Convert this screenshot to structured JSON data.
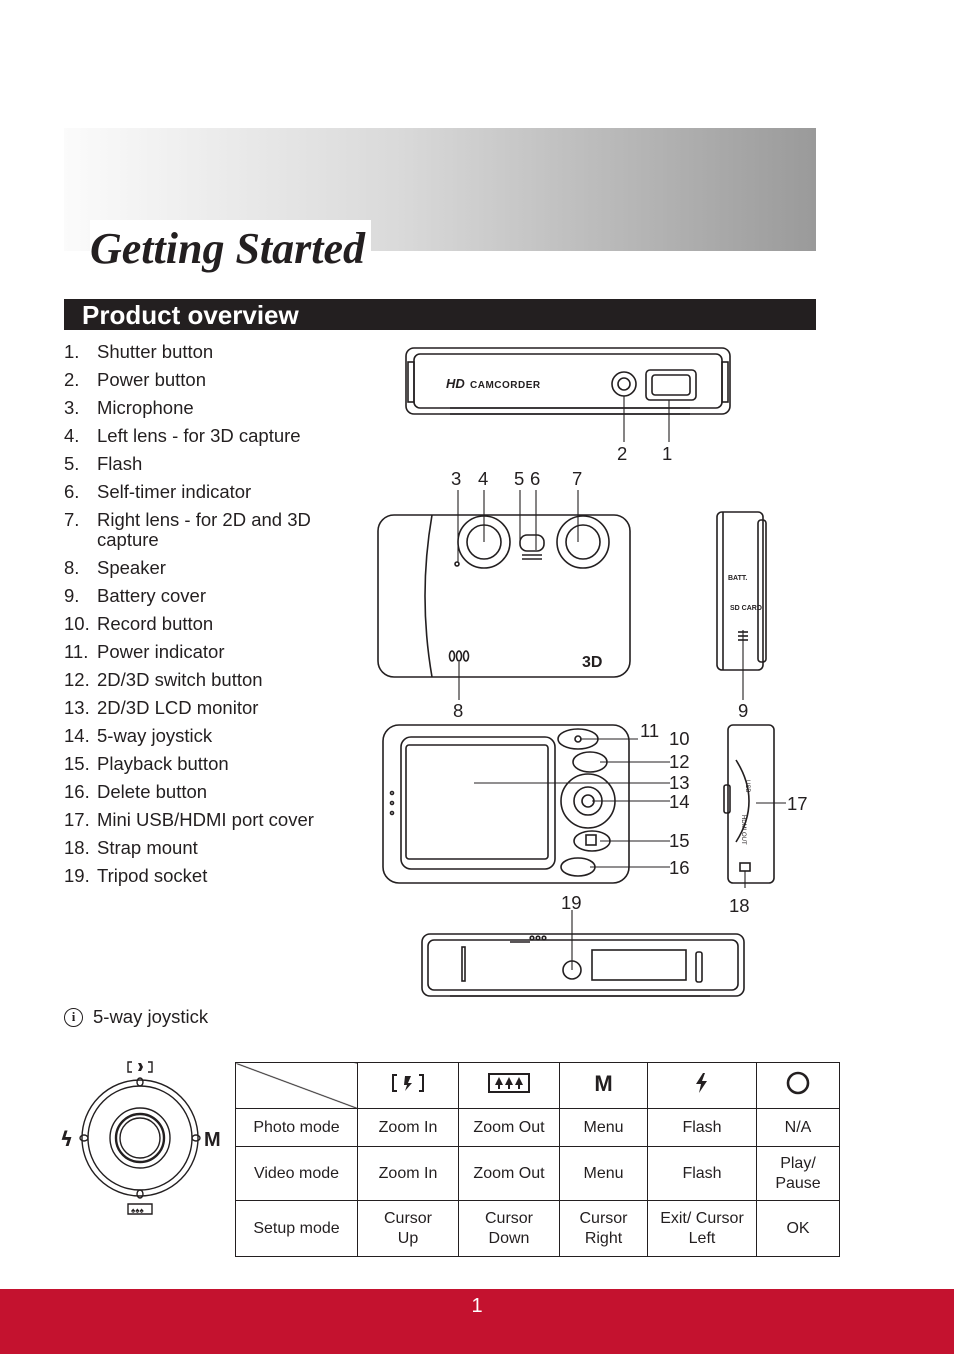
{
  "header": {
    "title": "Getting Started",
    "section": "Product overview"
  },
  "parts": [
    {
      "num": "1.",
      "label": "Shutter button"
    },
    {
      "num": "2.",
      "label": "Power button"
    },
    {
      "num": "3.",
      "label": "Microphone"
    },
    {
      "num": "4.",
      "label": "Left lens - for 3D capture"
    },
    {
      "num": "5.",
      "label": "Flash"
    },
    {
      "num": "6.",
      "label": "Self-timer indicator"
    },
    {
      "num": "7.",
      "label": "Right lens - for 2D and 3D capture"
    },
    {
      "num": "8.",
      "label": "Speaker"
    },
    {
      "num": "9.",
      "label": "Battery cover"
    },
    {
      "num": "10.",
      "label": "Record button"
    },
    {
      "num": "11.",
      "label": "Power indicator"
    },
    {
      "num": "12.",
      "label": "2D/3D switch button"
    },
    {
      "num": "13.",
      "label": "2D/3D LCD monitor"
    },
    {
      "num": "14.",
      "label": "5-way joystick"
    },
    {
      "num": "15.",
      "label": "Playback button"
    },
    {
      "num": "16.",
      "label": "Delete button"
    },
    {
      "num": "17.",
      "label": "Mini USB/HDMI port cover"
    },
    {
      "num": "18.",
      "label": "Strap mount"
    },
    {
      "num": "19.",
      "label": "Tripod socket"
    }
  ],
  "diagram": {
    "top_brand": "CAMCORDER",
    "top_logo": "HD",
    "front_logo": "3D",
    "side_labels": {
      "batt": "BATT.",
      "sd": "SD CARD",
      "usb": "USB",
      "hdmi": "HDMI OUT"
    },
    "callouts": [
      "1",
      "2",
      "3",
      "4",
      "5",
      "6",
      "7",
      "8",
      "9",
      "10",
      "11",
      "12",
      "13",
      "14",
      "15",
      "16",
      "17",
      "18",
      "19"
    ]
  },
  "note": {
    "icon": "info-icon",
    "text": "5-way joystick"
  },
  "joystick_labels": {
    "left": "ϟ",
    "right": "M"
  },
  "table": {
    "header_icons": [
      "zoom-in-icon",
      "zoom-out-icon",
      "M",
      "flash-icon",
      "record-circle-icon"
    ],
    "rows": [
      {
        "mode": "Photo mode",
        "cells": [
          "Zoom In",
          "Zoom Out",
          "Menu",
          "Flash",
          "N/A"
        ]
      },
      {
        "mode": "Video mode",
        "cells": [
          "Zoom In",
          "Zoom Out",
          "Menu",
          "Flash",
          "Play/ Pause"
        ]
      },
      {
        "mode": "Setup mode",
        "cells": [
          "Cursor Up",
          "Cursor Down",
          "Cursor Right",
          "Exit/ Cursor Left",
          "OK"
        ]
      }
    ]
  },
  "footer": {
    "page": "1"
  },
  "colors": {
    "footer": "#c4122f",
    "section_bar": "#231f20",
    "ink": "#231f20"
  }
}
